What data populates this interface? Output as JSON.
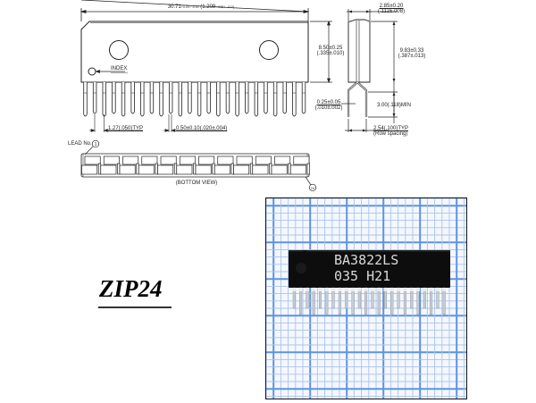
{
  "package": {
    "name": "ZIP24",
    "lead_count": 24
  },
  "top_view": {
    "index_label": "INDEX",
    "dims": {
      "length_main": "30.71",
      "length_tol": "+0.20 / -0.30",
      "length_inch": "(1.209",
      "length_inch_tol": "+.008 / -.012)",
      "height": "8.50±0.25",
      "height_inch": "(.335±.010)",
      "pitch": "1.27(.050)TYP",
      "lead_width": "0.50±0.10(.020±.004)"
    }
  },
  "side_view": {
    "dims": {
      "thickness": "2.85±0.20",
      "thickness_inch": "(.112±.008)",
      "total_height": "9.83±0.33",
      "total_height_inch": "(.387±.013)",
      "lead_thickness": "0.25±0.05",
      "lead_thickness_inch": "(.010±.002)",
      "lead_length": "3.00(.118)MIN",
      "row_spacing": "2.54(.100)TYP",
      "row_spacing_note": "(Row spacing)"
    }
  },
  "bottom_view": {
    "label": "(BOTTOM VIEW)",
    "lead_no_label": "LEAD No.",
    "first_lead": "1",
    "last_lead": "24"
  },
  "photo": {
    "marking_line1": "BA3822LS",
    "marking_line2": "035 H21",
    "grid_minor_color": "#a9c4ee",
    "grid_major_color": "#5f93e0",
    "chip_color": "#0d0d0d"
  }
}
